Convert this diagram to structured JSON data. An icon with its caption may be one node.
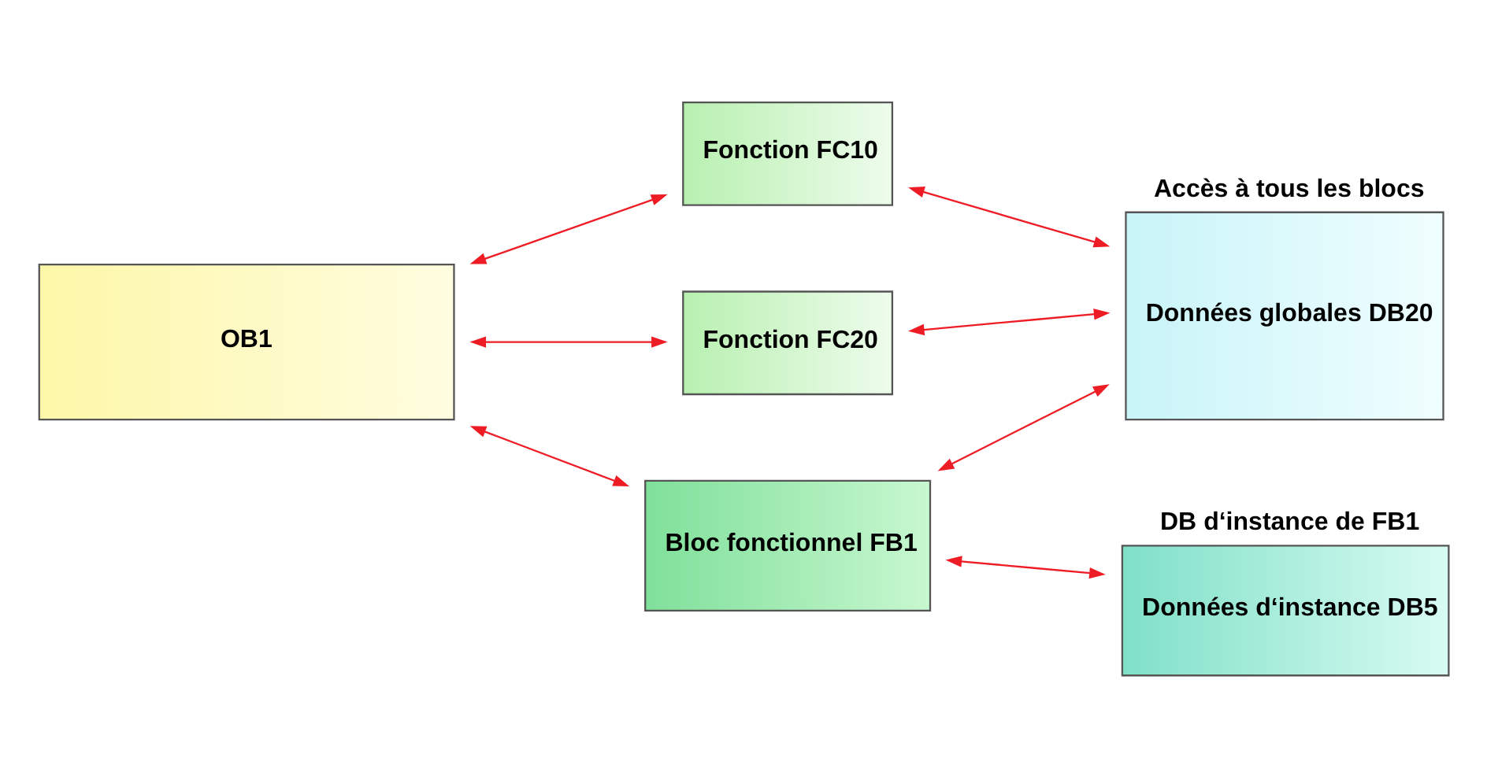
{
  "diagram": {
    "nodes": [
      {
        "text": [
          "OB1"
        ]
      },
      {
        "text": [
          "Fonction FC10"
        ]
      },
      {
        "text": [
          "Fonction FC20"
        ]
      },
      {
        "text": [
          "Accès à tous les blocs",
          "Données globales DB20"
        ]
      },
      {
        "text": [
          "Bloc fonctionnel FB1"
        ]
      },
      {
        "text": [
          "DB d‘instance de FB1",
          "Données d‘instance DB5"
        ]
      }
    ],
    "edges": [
      {
        "from": 0,
        "to": 1,
        "arrow": "both"
      },
      {
        "from": 1,
        "to": 3,
        "arrow": "both"
      },
      {
        "from": 0,
        "to": 2,
        "arrow": "both"
      },
      {
        "from": 2,
        "to": 3,
        "arrow": "both"
      },
      {
        "from": 3,
        "to": 4,
        "arrow": "both"
      },
      {
        "from": 0,
        "to": 4,
        "arrow": "both"
      },
      {
        "from": 4,
        "to": 5,
        "arrow": "both"
      }
    ]
  }
}
